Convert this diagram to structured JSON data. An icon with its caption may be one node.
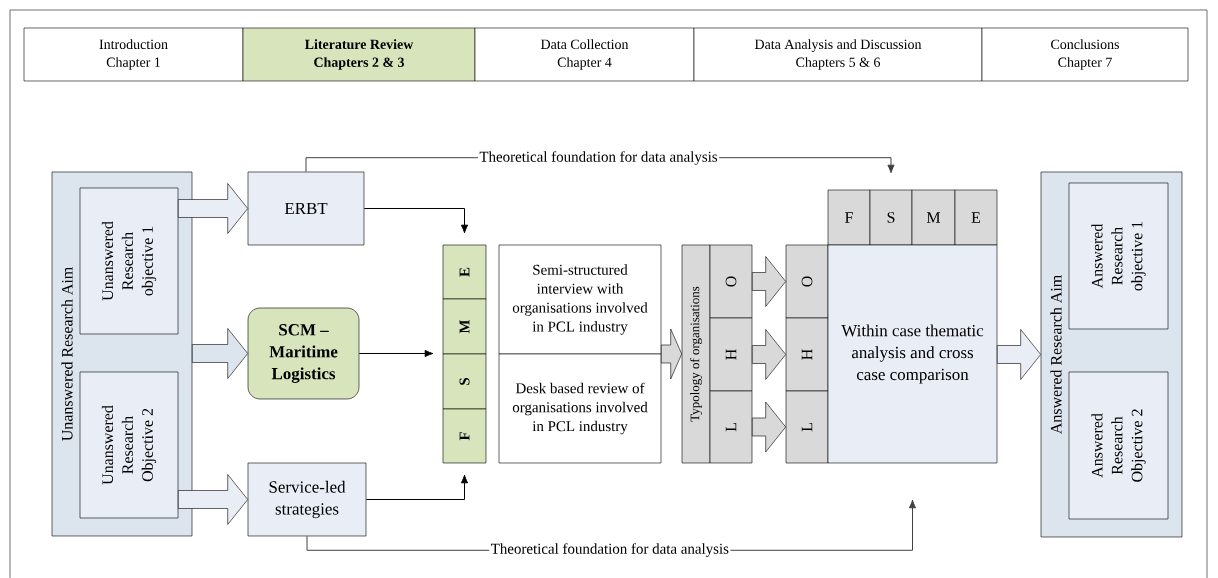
{
  "diagram": {
    "nodes": [
      {
        "text": [
          "Introduction",
          "Chapter 1"
        ]
      },
      {
        "text": [
          "Literature Review",
          "Chapters 2 & 3"
        ]
      },
      {
        "text": [
          "Data Collection",
          "Chapter 4"
        ]
      },
      {
        "text": [
          "Data Analysis and Discussion",
          "Chapters 5 & 6"
        ]
      },
      {
        "text": [
          "Conclusions",
          "Chapter 7"
        ]
      },
      {
        "text": [
          "Unanswered Research Aim"
        ]
      },
      {
        "text": [
          "Unanswered Research objective 1"
        ],
        "in": 5
      },
      {
        "text": [
          "Unanswered Research Objective 2"
        ],
        "in": 5
      },
      {
        "text": [
          "ERBT"
        ]
      },
      {
        "text": [
          "SCM – Maritime Logistics"
        ]
      },
      {
        "text": [
          "Service-led strategies"
        ]
      },
      {
        "text": [
          "E"
        ]
      },
      {
        "text": [
          "M"
        ]
      },
      {
        "text": [
          "S"
        ]
      },
      {
        "text": [
          "F"
        ]
      },
      {
        "text": [
          "Semi-structured interview with organisations involved in PCL industry"
        ]
      },
      {
        "text": [
          "Desk based review of organisations involved in PCL industry"
        ]
      },
      {
        "text": [
          "Typology of organisations"
        ]
      },
      {
        "text": [
          "O"
        ]
      },
      {
        "text": [
          "H"
        ]
      },
      {
        "text": [
          "L"
        ]
      },
      {
        "text": [
          "O"
        ]
      },
      {
        "text": [
          "H"
        ]
      },
      {
        "text": [
          "L"
        ]
      },
      {
        "text": [
          "F"
        ]
      },
      {
        "text": [
          "S"
        ]
      },
      {
        "text": [
          "M"
        ]
      },
      {
        "text": [
          "E"
        ]
      },
      {
        "text": [
          "Within case thematic analysis and cross case comparison"
        ]
      },
      {
        "text": [
          "Answered Research Aim"
        ]
      },
      {
        "text": [
          "Answered Research objective 1"
        ],
        "in": 29
      },
      {
        "text": [
          "Answered Research Objective 2"
        ],
        "in": 29
      }
    ],
    "edges": [
      {
        "from": 6,
        "to": 8,
        "arrow": "to",
        "style": "thick"
      },
      {
        "from": 5,
        "to": 9,
        "arrow": "to",
        "style": "thick"
      },
      {
        "from": 7,
        "to": 10,
        "arrow": "to",
        "style": "thick"
      },
      {
        "from": 8,
        "to": 11,
        "arrow": "to"
      },
      {
        "from": 9,
        "to": 12,
        "arrow": "to"
      },
      {
        "from": 10,
        "to": 14,
        "arrow": "to"
      },
      {
        "from": 15,
        "to": 17,
        "arrow": "to",
        "style": "thick"
      },
      {
        "from": 16,
        "to": 17,
        "arrow": "to",
        "style": "thick"
      },
      {
        "from": 18,
        "to": 21,
        "arrow": "to",
        "style": "thick"
      },
      {
        "from": 19,
        "to": 22,
        "arrow": "to",
        "style": "thick"
      },
      {
        "from": 20,
        "to": 23,
        "arrow": "to",
        "style": "thick"
      },
      {
        "from": 28,
        "to": 29,
        "arrow": "to",
        "style": "thick"
      },
      {
        "from": 8,
        "to": 25,
        "arrow": "to",
        "label": "Theoretical foundation for data analysis",
        "color": "#404040"
      },
      {
        "from": 10,
        "to": 28,
        "arrow": "to",
        "label": "Theoretical foundation for data analysis",
        "color": "#404040"
      }
    ]
  }
}
